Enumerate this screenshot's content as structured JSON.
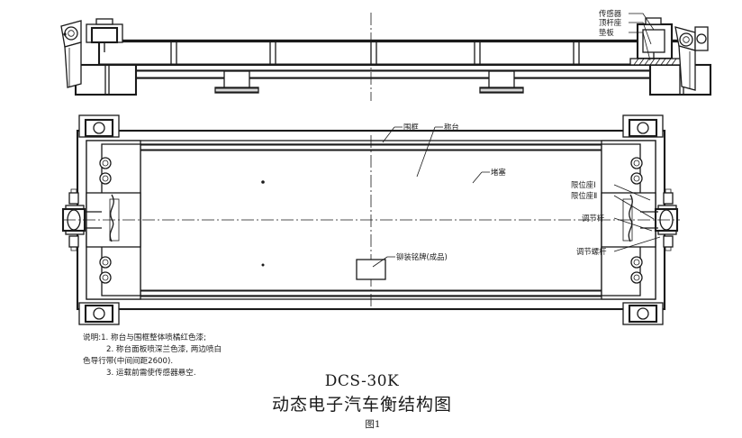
{
  "drawing": {
    "model": "DCS-30K",
    "title": "动态电子汽车衡结构图",
    "figure_number": "图1",
    "background_color": "#ffffff",
    "line_color": "#1a1a1a"
  },
  "views": {
    "elevation": {
      "name": "elevation-view",
      "caption": ""
    },
    "plan": {
      "name": "plan-view",
      "caption": ""
    }
  },
  "callouts": {
    "elevation": [
      {
        "id": "sensor",
        "label": "传感器"
      },
      {
        "id": "jack-seat",
        "label": "顶杆座"
      },
      {
        "id": "backing-plate",
        "label": "垫板"
      }
    ],
    "plan": [
      {
        "id": "frame",
        "label": "围框"
      },
      {
        "id": "weighing-platform",
        "label": "称台"
      },
      {
        "id": "plug",
        "label": "堵塞"
      },
      {
        "id": "limit-seat-1",
        "label": "限位座Ⅰ"
      },
      {
        "id": "limit-seat-2",
        "label": "限位座Ⅱ"
      },
      {
        "id": "adjust-rod",
        "label": "调节杆"
      },
      {
        "id": "adjust-screw",
        "label": "调节螺杆"
      },
      {
        "id": "nameplate",
        "label": "铆装铭牌(成品)"
      }
    ]
  },
  "notes": {
    "lines": [
      "说明:1. 称台与围框整体喷橘红色漆;",
      "2. 称台面板喷深兰色漆, 两边喷白",
      "色导行带(中间间距2600).",
      "3. 运载前需使传感器悬空."
    ],
    "line1": "说明:1. 称台与围框整体喷橘红色漆;",
    "line2": "2. 称台面板喷深兰色漆, 两边喷白",
    "line3": "色导行带(中间间距2600).",
    "line4": "3. 运载前需使传感器悬空."
  }
}
